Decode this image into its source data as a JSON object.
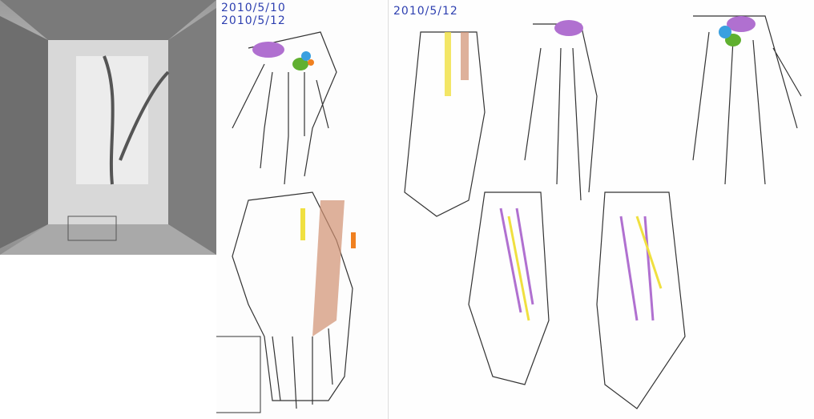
{
  "dates": {
    "first": "2010/5/10",
    "second": "2010/5/12",
    "third": "2010/5/12"
  },
  "colors": {
    "label_red": "#e0302a",
    "label_blue": "#2d3fb0",
    "bone_purple": "#b070d0",
    "bone_blue": "#3aa0e0",
    "bone_green": "#60b030",
    "bone_orange": "#f08020",
    "tendon_yellow": "#f0e040",
    "muscle_brown": "#d09070"
  }
}
